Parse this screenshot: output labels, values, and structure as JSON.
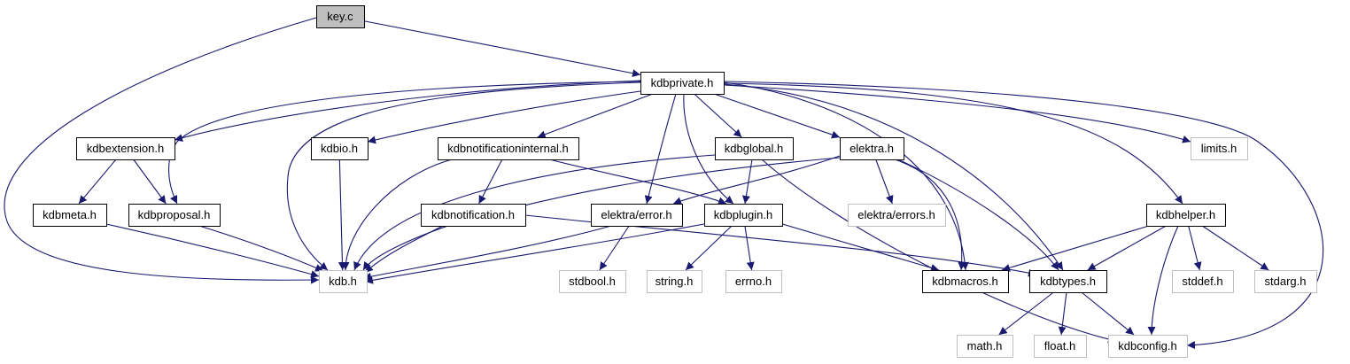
{
  "diagram": {
    "type": "include-dependency-graph",
    "colors": {
      "edge": "#191970",
      "root_fill": "#bfbfbf",
      "root_stroke": "#000000",
      "documented_stroke": "#000000",
      "external_stroke": "#bfbfbf",
      "fill": "#ffffff"
    },
    "nodes": [
      {
        "id": "key_c",
        "label": "key.c",
        "kind": "root"
      },
      {
        "id": "kdbprivate_h",
        "label": "kdbprivate.h",
        "kind": "documented"
      },
      {
        "id": "kdbextension_h",
        "label": "kdbextension.h",
        "kind": "documented"
      },
      {
        "id": "kdbio_h",
        "label": "kdbio.h",
        "kind": "documented"
      },
      {
        "id": "kdbnotificationinternal_h",
        "label": "kdbnotificationinternal.h",
        "kind": "documented"
      },
      {
        "id": "kdbglobal_h",
        "label": "kdbglobal.h",
        "kind": "documented"
      },
      {
        "id": "elektra_h",
        "label": "elektra.h",
        "kind": "documented"
      },
      {
        "id": "limits_h",
        "label": "limits.h",
        "kind": "external"
      },
      {
        "id": "kdbmeta_h",
        "label": "kdbmeta.h",
        "kind": "documented"
      },
      {
        "id": "kdbproposal_h",
        "label": "kdbproposal.h",
        "kind": "documented"
      },
      {
        "id": "kdbnotification_h",
        "label": "kdbnotification.h",
        "kind": "documented"
      },
      {
        "id": "elektra_error_h",
        "label": "elektra/error.h",
        "kind": "documented"
      },
      {
        "id": "kdbplugin_h",
        "label": "kdbplugin.h",
        "kind": "documented"
      },
      {
        "id": "elektra_errors_h",
        "label": "elektra/errors.h",
        "kind": "external"
      },
      {
        "id": "kdbhelper_h",
        "label": "kdbhelper.h",
        "kind": "documented"
      },
      {
        "id": "kdb_h",
        "label": "kdb.h",
        "kind": "external"
      },
      {
        "id": "stdbool_h",
        "label": "stdbool.h",
        "kind": "external"
      },
      {
        "id": "string_h",
        "label": "string.h",
        "kind": "external"
      },
      {
        "id": "errno_h",
        "label": "errno.h",
        "kind": "external"
      },
      {
        "id": "kdbmacros_h",
        "label": "kdbmacros.h",
        "kind": "documented"
      },
      {
        "id": "kdbtypes_h",
        "label": "kdbtypes.h",
        "kind": "documented"
      },
      {
        "id": "stddef_h",
        "label": "stddef.h",
        "kind": "external"
      },
      {
        "id": "stdarg_h",
        "label": "stdarg.h",
        "kind": "external"
      },
      {
        "id": "math_h",
        "label": "math.h",
        "kind": "external"
      },
      {
        "id": "float_h",
        "label": "float.h",
        "kind": "external"
      },
      {
        "id": "kdbconfig_h",
        "label": "kdbconfig.h",
        "kind": "external"
      }
    ],
    "edges": [
      {
        "from": "key_c",
        "to": "kdbprivate_h"
      },
      {
        "from": "key_c",
        "to": "kdb_h"
      },
      {
        "from": "kdbprivate_h",
        "to": "kdbextension_h"
      },
      {
        "from": "kdbprivate_h",
        "to": "kdbproposal_h"
      },
      {
        "from": "kdbprivate_h",
        "to": "kdb_h"
      },
      {
        "from": "kdbprivate_h",
        "to": "kdbio_h"
      },
      {
        "from": "kdbprivate_h",
        "to": "kdbnotificationinternal_h"
      },
      {
        "from": "kdbprivate_h",
        "to": "elektra_error_h"
      },
      {
        "from": "kdbprivate_h",
        "to": "kdbplugin_h"
      },
      {
        "from": "kdbprivate_h",
        "to": "kdbglobal_h"
      },
      {
        "from": "kdbprivate_h",
        "to": "elektra_h"
      },
      {
        "from": "kdbprivate_h",
        "to": "kdbmacros_h"
      },
      {
        "from": "kdbprivate_h",
        "to": "kdbtypes_h"
      },
      {
        "from": "kdbprivate_h",
        "to": "limits_h"
      },
      {
        "from": "kdbprivate_h",
        "to": "kdbhelper_h"
      },
      {
        "from": "kdbprivate_h",
        "to": "kdbconfig_h"
      },
      {
        "from": "kdbextension_h",
        "to": "kdbmeta_h"
      },
      {
        "from": "kdbextension_h",
        "to": "kdbproposal_h"
      },
      {
        "from": "kdbmeta_h",
        "to": "kdb_h"
      },
      {
        "from": "kdbproposal_h",
        "to": "kdb_h"
      },
      {
        "from": "kdbio_h",
        "to": "kdb_h"
      },
      {
        "from": "kdbnotificationinternal_h",
        "to": "kdb_h"
      },
      {
        "from": "kdbnotificationinternal_h",
        "to": "kdbnotification_h"
      },
      {
        "from": "kdbnotificationinternal_h",
        "to": "kdbplugin_h"
      },
      {
        "from": "kdbnotification_h",
        "to": "kdb_h"
      },
      {
        "from": "kdbnotification_h",
        "to": "kdbtypes_h"
      },
      {
        "from": "kdbglobal_h",
        "to": "kdb_h"
      },
      {
        "from": "kdbglobal_h",
        "to": "kdbplugin_h"
      },
      {
        "from": "kdbglobal_h",
        "to": "kdbconfig_h"
      },
      {
        "from": "elektra_h",
        "to": "kdb_h"
      },
      {
        "from": "elektra_h",
        "to": "elektra_error_h"
      },
      {
        "from": "elektra_h",
        "to": "elektra_errors_h"
      },
      {
        "from": "elektra_h",
        "to": "kdbmacros_h"
      },
      {
        "from": "elektra_h",
        "to": "kdbtypes_h"
      },
      {
        "from": "elektra_error_h",
        "to": "kdb_h"
      },
      {
        "from": "elektra_error_h",
        "to": "stdbool_h"
      },
      {
        "from": "kdbplugin_h",
        "to": "kdb_h"
      },
      {
        "from": "kdbplugin_h",
        "to": "string_h"
      },
      {
        "from": "kdbplugin_h",
        "to": "errno_h"
      },
      {
        "from": "kdbplugin_h",
        "to": "kdbmacros_h"
      },
      {
        "from": "kdbhelper_h",
        "to": "kdbmacros_h"
      },
      {
        "from": "kdbhelper_h",
        "to": "kdbtypes_h"
      },
      {
        "from": "kdbhelper_h",
        "to": "kdbconfig_h"
      },
      {
        "from": "kdbhelper_h",
        "to": "stddef_h"
      },
      {
        "from": "kdbhelper_h",
        "to": "stdarg_h"
      },
      {
        "from": "kdbtypes_h",
        "to": "math_h"
      },
      {
        "from": "kdbtypes_h",
        "to": "float_h"
      },
      {
        "from": "kdbtypes_h",
        "to": "kdbconfig_h"
      }
    ]
  }
}
